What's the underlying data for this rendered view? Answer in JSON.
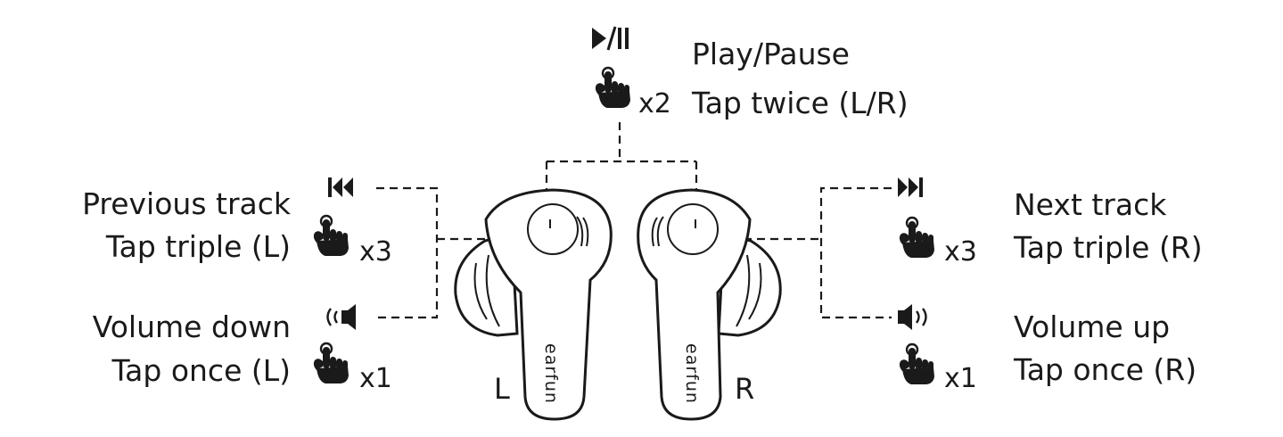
{
  "controls": {
    "play_pause": {
      "title": "Play/Pause",
      "action": "Tap twice (L/R)",
      "count": "x2",
      "icon": "play-pause-icon"
    },
    "previous_track": {
      "title": "Previous track",
      "action": "Tap triple (L)",
      "count": "x3",
      "icon": "previous-track-icon"
    },
    "volume_down": {
      "title": "Volume down",
      "action": "Tap once (L)",
      "count": "x1",
      "icon": "volume-down-icon"
    },
    "next_track": {
      "title": "Next track",
      "action": "Tap triple (R)",
      "count": "x3",
      "icon": "next-track-icon"
    },
    "volume_up": {
      "title": "Volume up",
      "action": "Tap once (R)",
      "count": "x1",
      "icon": "volume-up-icon"
    }
  },
  "earbuds": {
    "left": {
      "side_label": "L",
      "brand": "earfun"
    },
    "right": {
      "side_label": "R",
      "brand": "earfun"
    }
  },
  "colors": {
    "line": "#1a1a1a",
    "background": "#ffffff"
  }
}
